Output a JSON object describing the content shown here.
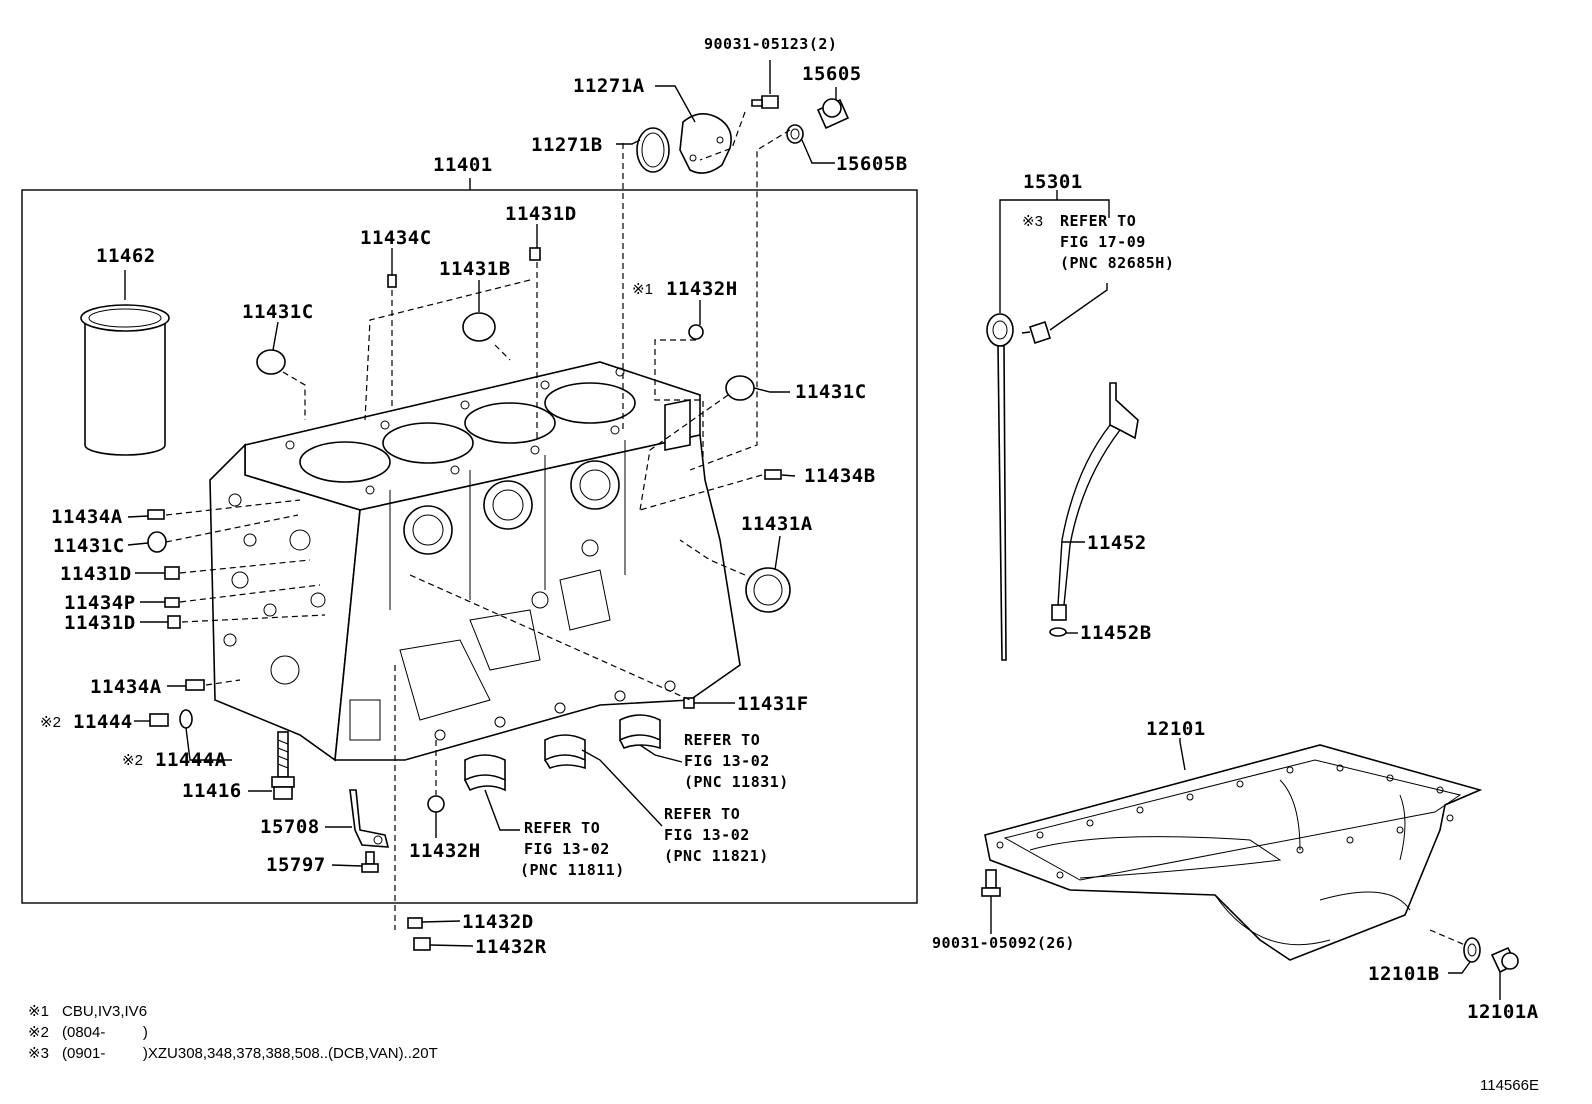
{
  "labels": {
    "p90031_05123": "90031-05123(2)",
    "p15605": "15605",
    "p11271A": "11271A",
    "p11271B": "11271B",
    "p15605B": "15605B",
    "p11401": "11401",
    "p11462": "11462",
    "p11431D_top": "11431D",
    "p11434C": "11434C",
    "p11431B": "11431B",
    "p11432H_top": "11432H",
    "p11431C_left": "11431C",
    "p11431C_right": "11431C",
    "p11434B": "11434B",
    "p11431A": "11431A",
    "p11434A_1": "11434A",
    "p11431C_2": "11431C",
    "p11431D_2": "11431D",
    "p11434P": "11434P",
    "p11431D_3": "11431D",
    "p11434A_2": "11434A",
    "p11444": "11444",
    "p11444A": "11444A",
    "p11416": "11416",
    "p15708": "15708",
    "p15797": "15797",
    "p11432H_bottom": "11432H",
    "p11431F": "11431F",
    "p11432D": "11432D",
    "p11432R": "11432R",
    "p15301": "15301",
    "p11452": "11452",
    "p11452B": "11452B",
    "p12101": "12101",
    "p90031_05092": "90031-05092(26)",
    "p12101B": "12101B",
    "p12101A": "12101A"
  },
  "marks": {
    "m1": "※1",
    "m2a": "※2",
    "m2b": "※2",
    "m3": "※3"
  },
  "refs": {
    "r15301": [
      "REFER TO",
      "FIG 17-09",
      "(PNC 82685H)"
    ],
    "r11831": [
      "REFER TO",
      "FIG 13-02",
      "(PNC 11831)"
    ],
    "r11821": [
      "REFER TO",
      "FIG 13-02",
      "(PNC 11821)"
    ],
    "r11811": [
      "REFER TO",
      "FIG 13-02",
      "(PNC 11811)"
    ]
  },
  "footnotes": [
    {
      "mark": "※1",
      "text": "CBU,IV3,IV6"
    },
    {
      "mark": "※2",
      "text": "(0804-         )"
    },
    {
      "mark": "※3",
      "text": "(0901-         )XZU308,348,378,388,508..(DCB,VAN)..20T"
    }
  ],
  "figure_id": "114566E"
}
